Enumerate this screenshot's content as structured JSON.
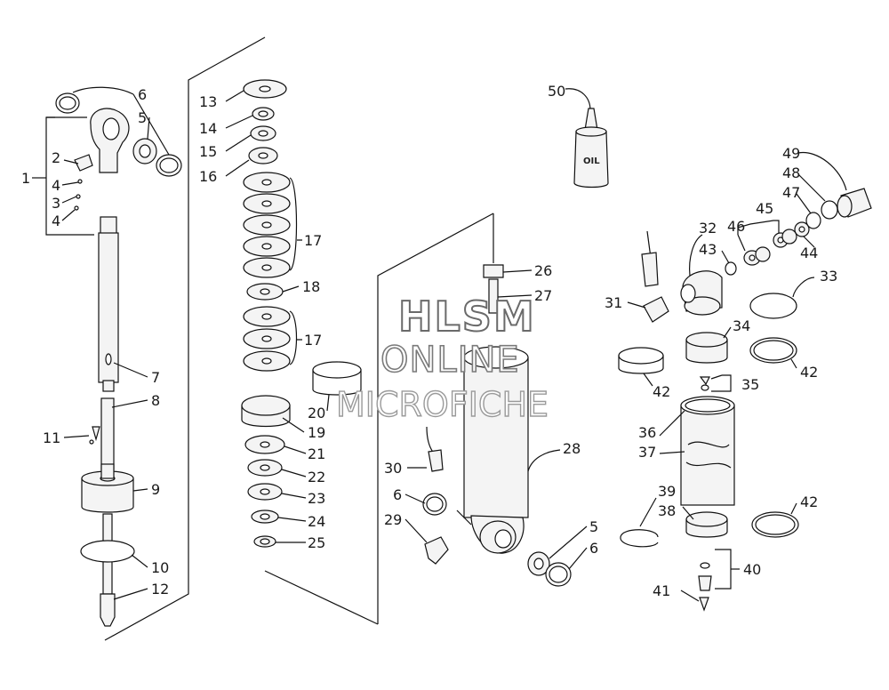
{
  "watermark": {
    "line1": "HLSM",
    "line2": "ONLINE",
    "line3": "MICROFICHE"
  },
  "oil_bottle_label": "OIL",
  "callouts": [
    {
      "key": "c1",
      "text": "1"
    },
    {
      "key": "c2",
      "text": "2"
    },
    {
      "key": "c4a",
      "text": "4"
    },
    {
      "key": "c3",
      "text": "3"
    },
    {
      "key": "c4b",
      "text": "4"
    },
    {
      "key": "c5a",
      "text": "5"
    },
    {
      "key": "c6a",
      "text": "6"
    },
    {
      "key": "c7",
      "text": "7"
    },
    {
      "key": "c8",
      "text": "8"
    },
    {
      "key": "c9",
      "text": "9"
    },
    {
      "key": "c10",
      "text": "10"
    },
    {
      "key": "c11",
      "text": "11"
    },
    {
      "key": "c12",
      "text": "12"
    },
    {
      "key": "c13",
      "text": "13"
    },
    {
      "key": "c14",
      "text": "14"
    },
    {
      "key": "c15",
      "text": "15"
    },
    {
      "key": "c16",
      "text": "16"
    },
    {
      "key": "c17a",
      "text": "17"
    },
    {
      "key": "c18",
      "text": "18"
    },
    {
      "key": "c17b",
      "text": "17"
    },
    {
      "key": "c19",
      "text": "19"
    },
    {
      "key": "c20",
      "text": "20"
    },
    {
      "key": "c21",
      "text": "21"
    },
    {
      "key": "c22",
      "text": "22"
    },
    {
      "key": "c23",
      "text": "23"
    },
    {
      "key": "c24",
      "text": "24"
    },
    {
      "key": "c25",
      "text": "25"
    },
    {
      "key": "c26",
      "text": "26"
    },
    {
      "key": "c27",
      "text": "27"
    },
    {
      "key": "c28",
      "text": "28"
    },
    {
      "key": "c29",
      "text": "29"
    },
    {
      "key": "c30",
      "text": "30"
    },
    {
      "key": "c6b",
      "text": "6"
    },
    {
      "key": "c5b",
      "text": "5"
    },
    {
      "key": "c6c",
      "text": "6"
    },
    {
      "key": "c31",
      "text": "31"
    },
    {
      "key": "c32",
      "text": "32"
    },
    {
      "key": "c33",
      "text": "33"
    },
    {
      "key": "c34",
      "text": "34"
    },
    {
      "key": "c35",
      "text": "35"
    },
    {
      "key": "c36",
      "text": "36"
    },
    {
      "key": "c37",
      "text": "37"
    },
    {
      "key": "c38",
      "text": "38"
    },
    {
      "key": "c39",
      "text": "39"
    },
    {
      "key": "c40",
      "text": "40"
    },
    {
      "key": "c41",
      "text": "41"
    },
    {
      "key": "c42a",
      "text": "42"
    },
    {
      "key": "c42b",
      "text": "42"
    },
    {
      "key": "c42c",
      "text": "42"
    },
    {
      "key": "c43",
      "text": "43"
    },
    {
      "key": "c44",
      "text": "44"
    },
    {
      "key": "c45",
      "text": "45"
    },
    {
      "key": "c46",
      "text": "46"
    },
    {
      "key": "c47",
      "text": "47"
    },
    {
      "key": "c48",
      "text": "48"
    },
    {
      "key": "c49",
      "text": "49"
    },
    {
      "key": "c50",
      "text": "50"
    }
  ]
}
